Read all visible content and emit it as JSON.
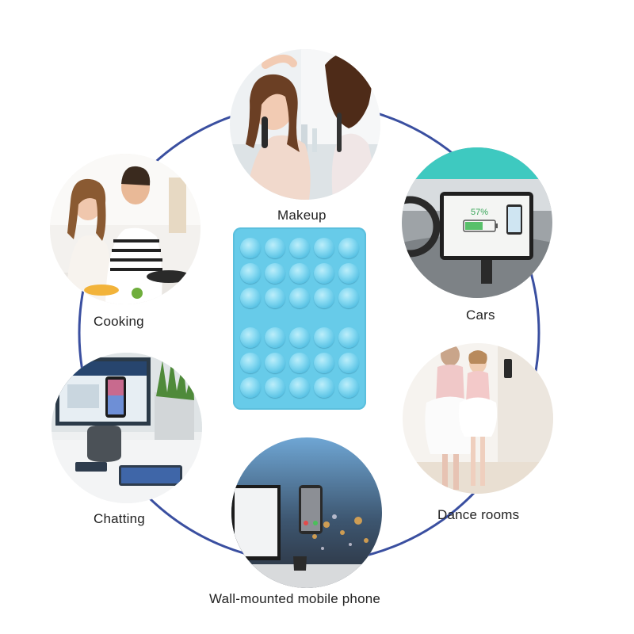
{
  "scenes": [
    {
      "id": "makeup",
      "label": "Makeup",
      "icon": "makeup-photo"
    },
    {
      "id": "cooking",
      "label": "Cooking",
      "icon": "cooking-photo"
    },
    {
      "id": "cars",
      "label": "Cars",
      "icon": "car-dashboard-photo"
    },
    {
      "id": "chatting",
      "label": "Chatting",
      "icon": "desk-chatting-photo"
    },
    {
      "id": "dance",
      "label": "Dance rooms",
      "icon": "dance-room-photo"
    },
    {
      "id": "wall",
      "label": "Wall-mounted mobile phone",
      "icon": "wall-mounted-phone-photo"
    }
  ],
  "car_screen": {
    "battery": "57%"
  },
  "product": {
    "name": "suction-cup-pad",
    "rows": 6,
    "cols": 5,
    "color": "#67cbe9"
  },
  "colors": {
    "ring": "#3a4fa0",
    "label": "#222222"
  }
}
